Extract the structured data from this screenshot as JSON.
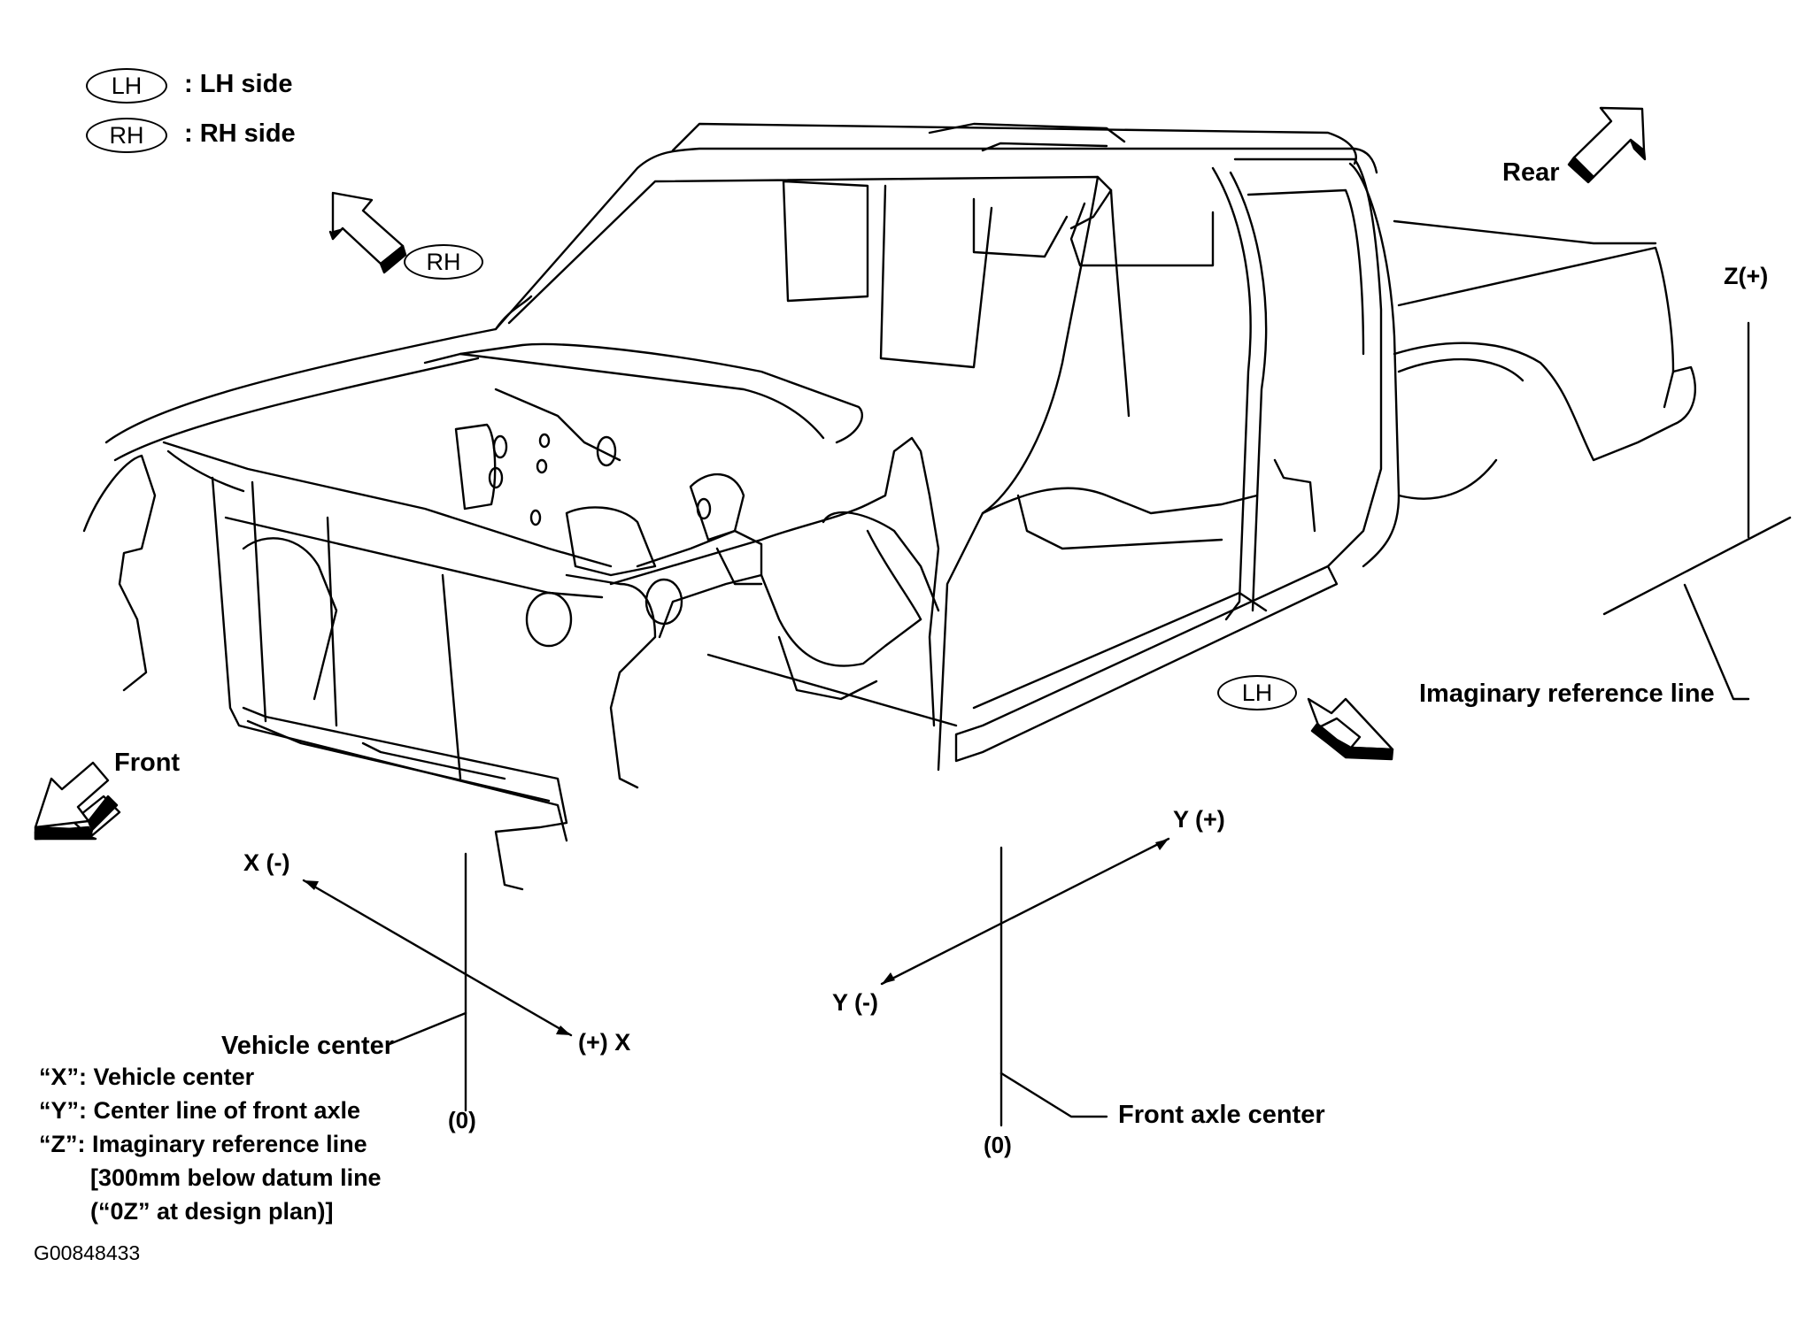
{
  "legend": {
    "lh_badge": "LH",
    "lh_text": ": LH side",
    "rh_badge": "RH",
    "rh_text": ": RH side"
  },
  "arrows": {
    "rh_badge": "RH",
    "lh_badge": "LH",
    "rear": "Rear",
    "front": "Front"
  },
  "axes": {
    "z_plus": "Z(+)",
    "x_minus": "X (-)",
    "x_plus": "(+) X",
    "y_plus": "Y (+)",
    "y_minus": "Y (-)",
    "zero_x": "(0)",
    "zero_y": "(0)"
  },
  "callouts": {
    "imaginary_reference_line": "Imaginary reference line",
    "vehicle_center": "Vehicle center",
    "front_axle_center": "Front axle center"
  },
  "notes": [
    "“X”: Vehicle center",
    "“Y”: Center line of front axle",
    "“Z”: Imaginary reference line",
    "[300mm below datum line",
    "(“0Z” at design plan)]"
  ],
  "figure_id": "G00848433",
  "colors": {
    "ink": "#000000",
    "background": "#ffffff"
  }
}
